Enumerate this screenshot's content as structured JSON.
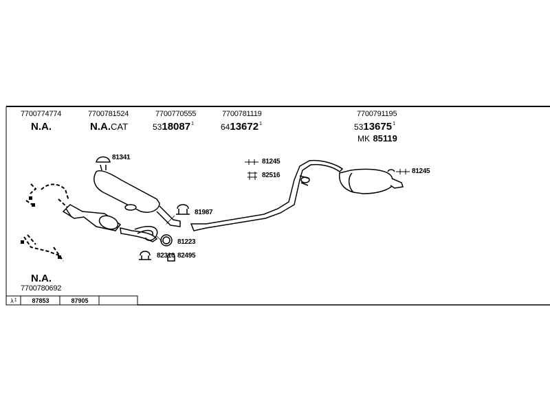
{
  "header_parts": [
    {
      "number": "7700774774",
      "name": "N.A.",
      "suffix": ""
    },
    {
      "number": "7700781524",
      "name": "N.A.",
      "suffix": "CAT"
    },
    {
      "number": "7700770555",
      "prefix": "53",
      "code": "18087",
      "sup": "1"
    },
    {
      "number": "7700781119",
      "prefix": "64",
      "code": "13672",
      "sup": "1"
    },
    {
      "number": "7700791195",
      "prefix": "53",
      "code": "13675",
      "sup": "1",
      "extra_prefix": "MK",
      "extra_code": "85119"
    }
  ],
  "callouts": {
    "c81341": "81341",
    "c81245_top": "81245",
    "c82516": "82516",
    "c81245_right": "81245",
    "c81987": "81987",
    "c81223": "81223",
    "c82310": "82310",
    "c82495": "82495"
  },
  "bottom_left": {
    "name": "N.A.",
    "number": "7700780692"
  },
  "footer_table": {
    "symbol": "λ",
    "sup": "1",
    "cells": [
      "87853",
      "87905",
      ""
    ]
  }
}
